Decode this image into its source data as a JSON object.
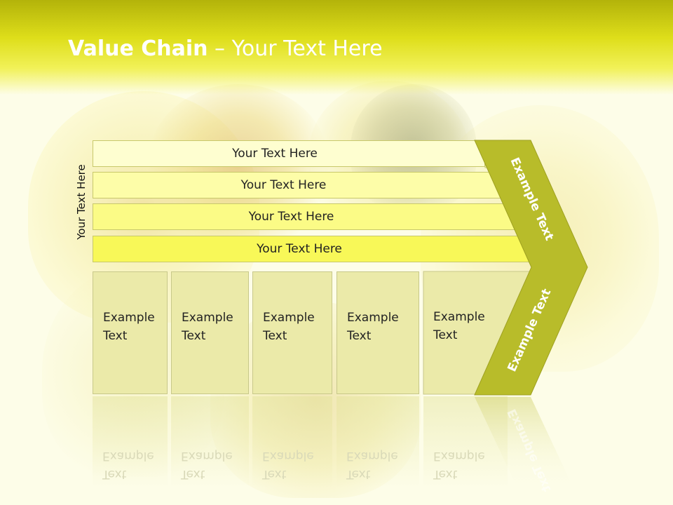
{
  "slide": {
    "title_bold": "Value Chain",
    "title_rest": " – Your Text Here"
  },
  "side_label": "Your Text Here",
  "bars": [
    {
      "label": "Your Text Here",
      "color": "#fefed0"
    },
    {
      "label": "Your Text Here",
      "color": "#fdfda8"
    },
    {
      "label": "Your Text Here",
      "color": "#fbfb86"
    },
    {
      "label": "Your Text Here",
      "color": "#f8f858"
    }
  ],
  "boxes": [
    {
      "line1": "Example",
      "line2": "Text"
    },
    {
      "line1": "Example",
      "line2": "Text"
    },
    {
      "line1": "Example",
      "line2": "Text"
    },
    {
      "line1": "Example",
      "line2": "Text"
    },
    {
      "line1": "Example",
      "line2": "Text"
    }
  ],
  "chevron": {
    "upper_label": "Example Text",
    "lower_label": "Example Text",
    "color": "#b8bc2a"
  }
}
